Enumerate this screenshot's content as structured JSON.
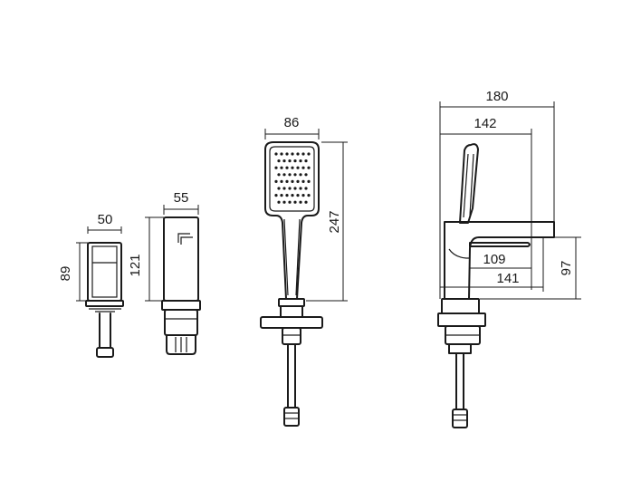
{
  "dimensions": {
    "spout_width": "50",
    "spout_height": "89",
    "valve_width": "55",
    "valve_height": "121",
    "handshower_width": "86",
    "handshower_height": "247",
    "mixer_total_width": "180",
    "mixer_handle_width": "142",
    "mixer_lever_reach": "109",
    "mixer_body_reach": "141",
    "mixer_height": "97"
  }
}
